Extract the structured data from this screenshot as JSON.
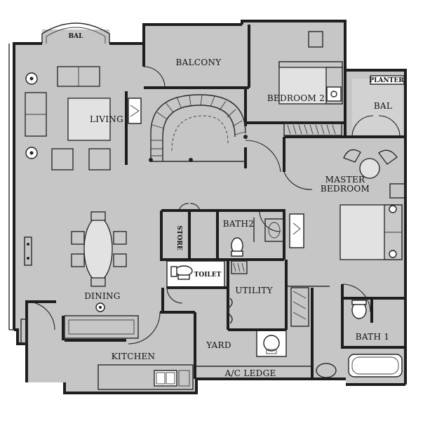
{
  "rooms": {
    "bal_top": "BAL",
    "balcony": "BALCONY",
    "living": "LIVING",
    "bedroom2": "BEDROOM 2",
    "planter": "PLANTER",
    "bal_right": "BAL",
    "master_bedroom_line1": "MASTER",
    "master_bedroom_line2": "BEDROOM",
    "store": "STORE",
    "bath2": "BATH2",
    "toilet": "TOILET",
    "utility": "UTILITY",
    "dining": "DINING",
    "kitchen": "KITCHEN",
    "yard": "YARD",
    "bath1": "BATH 1",
    "ac_ledge": "A/C LEDGE"
  },
  "colors": {
    "floor": "#c6c6c6",
    "wall": "#1e1e1e",
    "background": "#ffffff"
  },
  "icons": [
    "spiral-staircase-icon",
    "sofa-icon",
    "dining-table-icon",
    "bed-icon",
    "toilet-icon",
    "sink-icon",
    "bathtub-icon",
    "wardrobe-icon",
    "door-swing-icon"
  ]
}
